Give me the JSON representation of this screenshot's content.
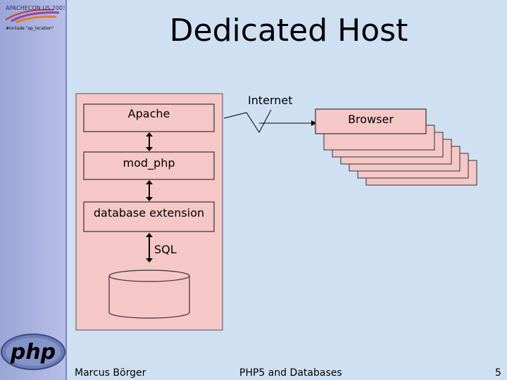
{
  "slide": {
    "title": "Dedicated Host",
    "logo_top_text": "APACHECON US 2003",
    "logo_sub_text": "#include \"ap_location\"",
    "php_logo_text": "php"
  },
  "diagram": {
    "apache": "Apache",
    "mod_php": "mod_php",
    "database_extension": "database extension",
    "sql": "SQL",
    "internet": "Internet",
    "browser": "Browser"
  },
  "footer": {
    "author": "Marcus Börger",
    "topic": "PHP5 and Databases",
    "page": "5"
  }
}
